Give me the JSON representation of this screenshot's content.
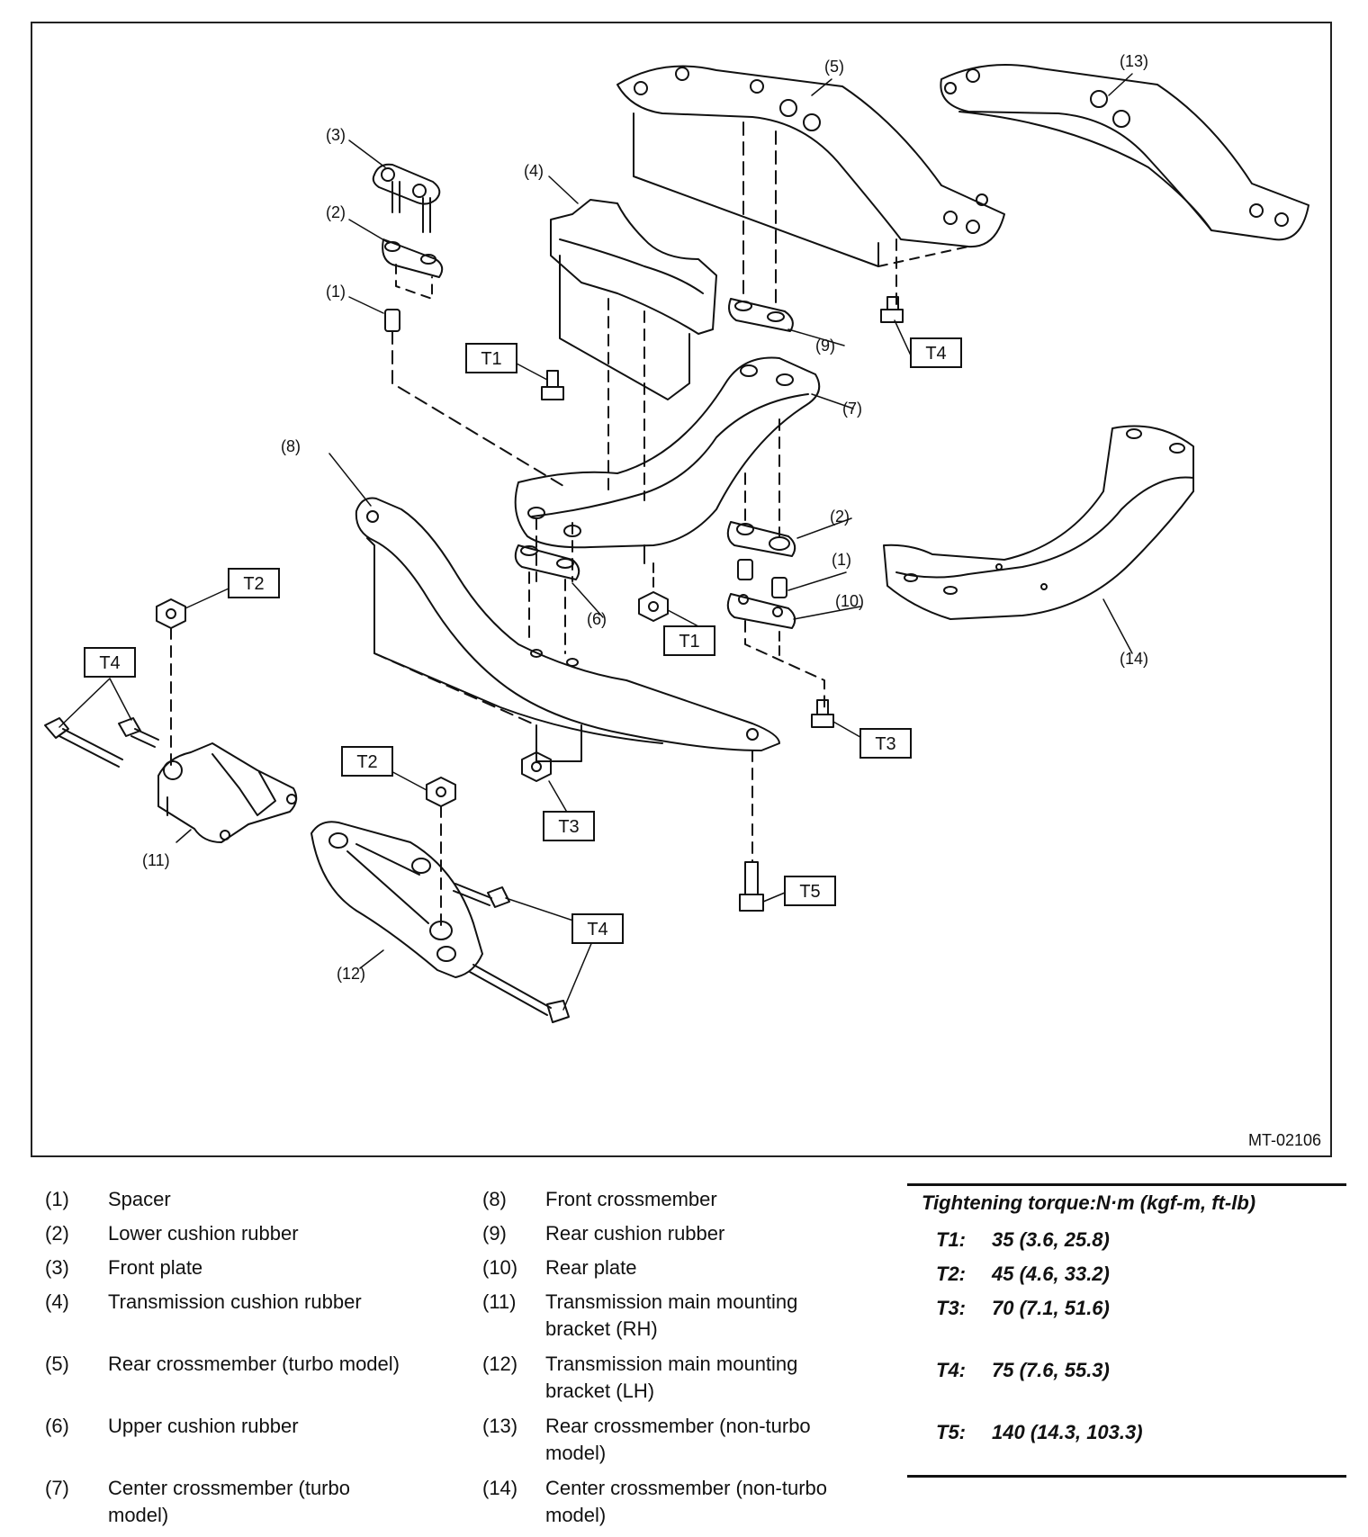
{
  "figure": {
    "code": "MT-02106",
    "callouts": {
      "c1a": "(1)",
      "c1b": "(1)",
      "c2a": "(2)",
      "c2b": "(2)",
      "c3": "(3)",
      "c4": "(4)",
      "c5": "(5)",
      "c6": "(6)",
      "c7": "(7)",
      "c8": "(8)",
      "c9": "(9)",
      "c10": "(10)",
      "c11": "(11)",
      "c12": "(12)",
      "c13": "(13)",
      "c14": "(14)"
    },
    "torque_boxes": {
      "t1a": "T1",
      "t1b": "T1",
      "t2a": "T2",
      "t2b": "T2",
      "t3a": "T3",
      "t3b": "T3",
      "t4a": "T4",
      "t4b": "T4",
      "t4c": "T4",
      "t5": "T5"
    }
  },
  "legend": [
    {
      "num": "(1)",
      "text": "Spacer"
    },
    {
      "num": "(2)",
      "text": "Lower cushion rubber"
    },
    {
      "num": "(3)",
      "text": "Front plate"
    },
    {
      "num": "(4)",
      "text": "Transmission cushion rubber"
    },
    {
      "num": "(5)",
      "text": "Rear crossmember (turbo model)"
    },
    {
      "num": "(6)",
      "text": "Upper cushion rubber"
    },
    {
      "num": "(7)",
      "text": "Center crossmember (turbo model)"
    },
    {
      "num": "(8)",
      "text": "Front crossmember"
    },
    {
      "num": "(9)",
      "text": "Rear cushion rubber"
    },
    {
      "num": "(10)",
      "text": "Rear plate"
    },
    {
      "num": "(11)",
      "text": "Transmission main mounting bracket (RH)"
    },
    {
      "num": "(12)",
      "text": "Transmission main mounting bracket (LH)"
    },
    {
      "num": "(13)",
      "text": "Rear crossmember (non-turbo model)"
    },
    {
      "num": "(14)",
      "text": "Center crossmember (non-turbo model)"
    }
  ],
  "torque": {
    "title": "Tightening torque:N·m (kgf-m, ft-lb)",
    "rows": [
      {
        "key": "T1:",
        "value": "35 (3.6, 25.8)"
      },
      {
        "key": "T2:",
        "value": "45 (4.6, 33.2)"
      },
      {
        "key": "T3:",
        "value": "70 (7.1, 51.6)"
      },
      {
        "key": "T4:",
        "value": "75 (7.6, 55.3)"
      },
      {
        "key": "T5:",
        "value": "140 (14.3, 103.3)"
      }
    ]
  }
}
